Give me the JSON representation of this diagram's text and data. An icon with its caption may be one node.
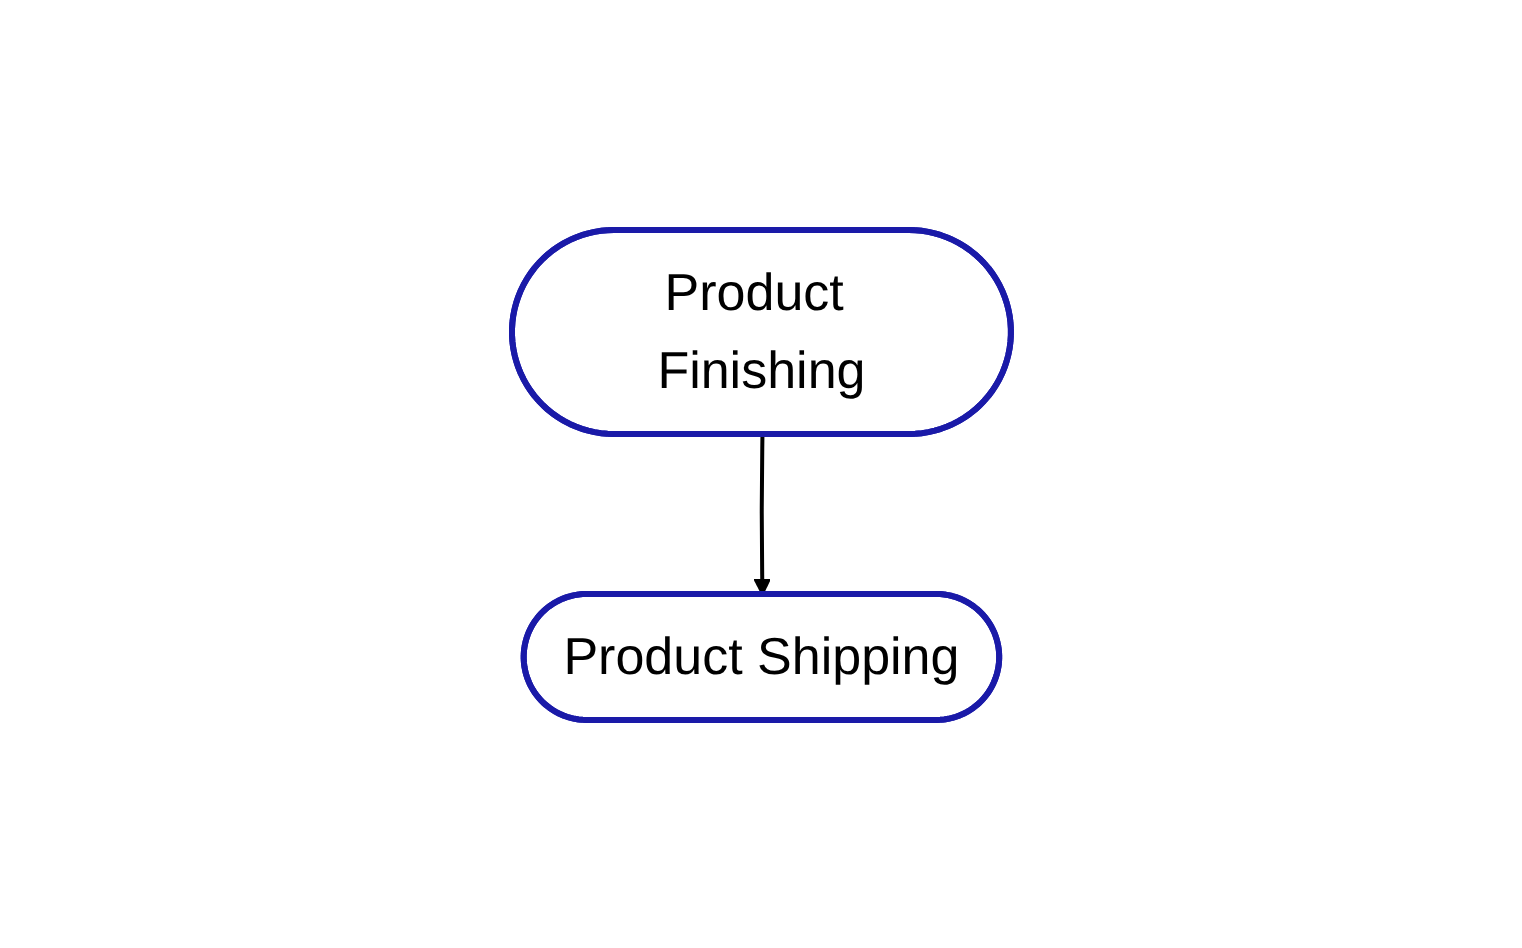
{
  "diagram": {
    "nodes": [
      {
        "text": [
          "Product Finishing"
        ]
      },
      {
        "text": [
          "Product Shipping"
        ]
      }
    ],
    "edges": [
      {
        "from": 0,
        "to": 1,
        "arrow": "to"
      }
    ]
  }
}
